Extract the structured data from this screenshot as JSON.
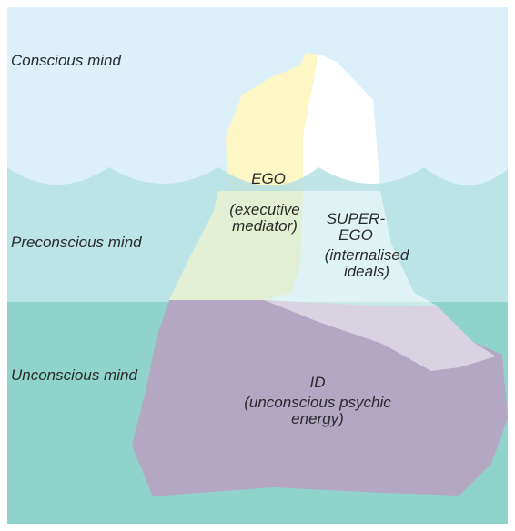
{
  "zones": {
    "conscious": "Conscious mind",
    "preconscious": "Preconscious mind",
    "unconscious": "Unconscious mind"
  },
  "parts": {
    "ego": {
      "title": "EGO",
      "desc_line1": "(executive",
      "desc_line2": "mediator)"
    },
    "superego": {
      "title_line1": "SUPER-",
      "title_line2": "EGO",
      "desc_line1": "(internalised",
      "desc_line2": "ideals)"
    },
    "id": {
      "title": "ID",
      "desc_line1": "(unconscious psychic",
      "desc_line2": "energy)"
    }
  },
  "colors": {
    "sky": "#dbf0f8",
    "preconscious_water": "#b6e1e3",
    "unconscious_water": "#8fd3ca",
    "ego": "#fdf7c6",
    "superego": "#ffffff",
    "id": "#b3a7c3",
    "border": "#ffffff"
  }
}
